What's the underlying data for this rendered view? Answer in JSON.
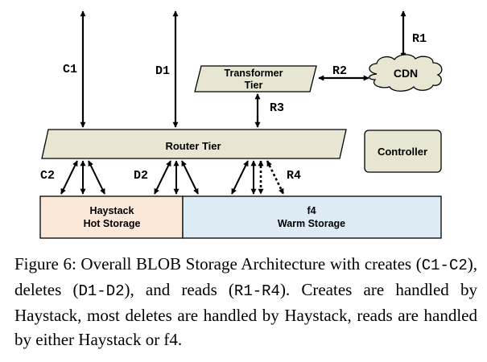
{
  "diagram": {
    "boxes": {
      "transformer_line1": "Transformer",
      "transformer_line2": "Tier",
      "cdn": "CDN",
      "router": "Router Tier",
      "controller": "Controller",
      "haystack_line1": "Haystack",
      "haystack_line2": "Hot Storage",
      "f4_line1": "f4",
      "f4_line2": "Warm Storage"
    },
    "arrow_labels": {
      "c1": "C1",
      "d1": "D1",
      "r1": "R1",
      "r2": "R2",
      "r3": "R3",
      "c2": "C2",
      "d2": "D2",
      "r4": "R4"
    },
    "colors": {
      "parallelogram_fill": "#e8e6d2",
      "haystack_fill": "#fbe8d9",
      "f4_fill": "#dcebf4",
      "controller_fill": "#e8e6d2",
      "cdn_fill": "#e8e6d2"
    }
  },
  "caption": {
    "part1": "Figure 6: Overall BLOB Storage Architecture with creates (",
    "code1": "C1-C2",
    "part2": "), deletes (",
    "code2": "D1-D2",
    "part3": "), and reads (",
    "code3": "R1-R4",
    "part4": "). Creates are handled by Haystack, most deletes are handled by Haystack, reads are handled by either Haystack or f4."
  }
}
